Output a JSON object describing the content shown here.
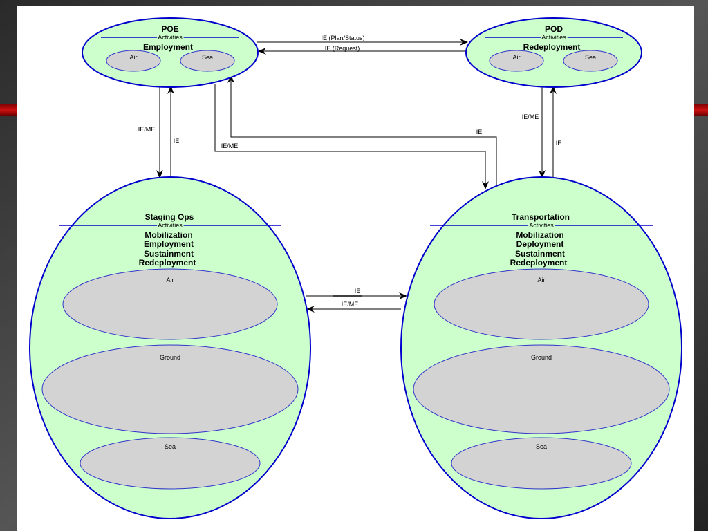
{
  "colors": {
    "node_fill": "#ccffcc",
    "node_stroke": "#0000cc",
    "sub_fill": "#d3d3d3",
    "sub_stroke": "#3333cc",
    "page_bg": "#ffffff",
    "slide_bg": "#1a1a1a",
    "accent_red": "#cc1111"
  },
  "nodes": {
    "poe": {
      "title": "POE",
      "activities_label": "Activities",
      "activities": [
        "Employment"
      ],
      "modes": [
        "Air",
        "Sea"
      ]
    },
    "pod": {
      "title": "POD",
      "activities_label": "Activities",
      "activities": [
        "Redeployment"
      ],
      "modes": [
        "Air",
        "Sea"
      ]
    },
    "staging": {
      "title": "Staging Ops",
      "activities_label": "Activities",
      "activities": [
        "Mobilization",
        "Employment",
        "Sustainment",
        "Redeployment"
      ],
      "modes": [
        "Air",
        "Ground",
        "Sea"
      ]
    },
    "transport": {
      "title": "Transportation",
      "activities_label": "Activities",
      "activities": [
        "Mobilization",
        "Deployment",
        "Sustainment",
        "Redeployment"
      ],
      "modes": [
        "Air",
        "Ground",
        "Sea"
      ]
    }
  },
  "edges": {
    "poe_to_pod": "IE (Plan/Status)",
    "pod_to_poe": "IE (Request)",
    "poe_to_staging": "IE/ME",
    "staging_to_poe": "IE",
    "poe_to_transport": "IE/ME",
    "transport_to_poe": "IE",
    "pod_to_transport": "IE/ME",
    "transport_to_pod": "IE",
    "staging_to_transport": "IE",
    "transport_to_staging": "IE/ME"
  }
}
